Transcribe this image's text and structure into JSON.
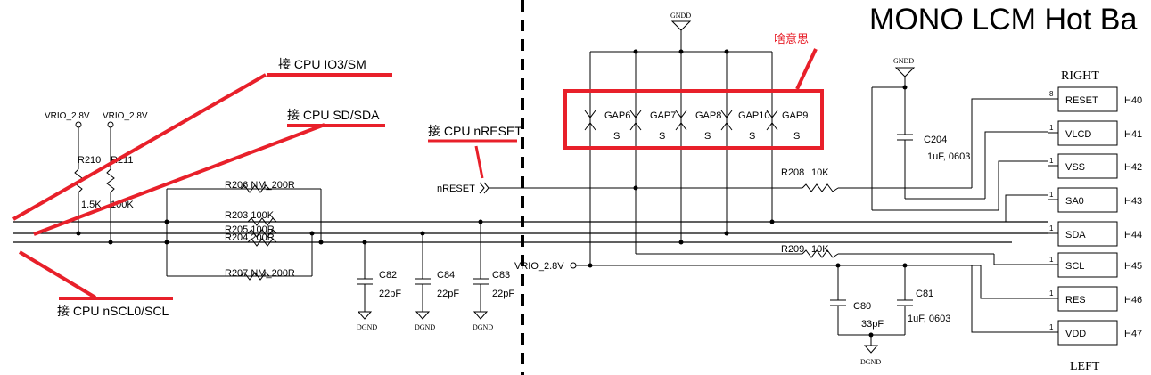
{
  "title": "MONO LCM Hot Ba",
  "annotations": {
    "io3": "接 CPU  IO3/SM",
    "sda": "接 CPU SD/SDA",
    "nreset": "接 CPU nRESET",
    "scl": "接 CPU nSCL0/SCL",
    "question": "啥意思"
  },
  "power": {
    "vrio_a": "VRIO_2.8V",
    "vrio_b": "VRIO_2.8V",
    "vrio_mid": "VRIO_2.8V",
    "gnd": "GNDD",
    "dgnd": "DGND"
  },
  "resistors": {
    "r210": "R210",
    "r210_val": "1.5K",
    "r211": "R211",
    "r211_val": "100K",
    "r206": "R206 NM_200R",
    "r203": "R203  100K",
    "r205": "R205  100R",
    "r204": "R204  200R",
    "r207": "R207 NM_200R",
    "r208": "R208",
    "r208_val": "10K",
    "r209": "R209",
    "r209_val": "10K"
  },
  "capacitors": {
    "c82": "C82",
    "c82_val": "22pF",
    "c84": "C84",
    "c84_val": "22pF",
    "c83": "C83",
    "c83_val": "22pF",
    "c204": "C204",
    "c204_val": "1uF, 0603",
    "c80": "C80",
    "c80_val": "33pF",
    "c81": "C81",
    "c81_val": "1uF, 0603"
  },
  "gaps": [
    {
      "name": "GAP6",
      "pin": "S"
    },
    {
      "name": "GAP7",
      "pin": "S"
    },
    {
      "name": "GAP8",
      "pin": "S"
    },
    {
      "name": "GAP10",
      "pin": "S"
    },
    {
      "name": "GAP9",
      "pin": "S"
    }
  ],
  "net_labels": {
    "nreset": "nRESET"
  },
  "connector": {
    "right_label": "RIGHT",
    "left_label": "LEFT",
    "pins": [
      {
        "label": "RESET",
        "num": "8",
        "header": "H40"
      },
      {
        "label": "VLCD",
        "num": "1",
        "header": "H41"
      },
      {
        "label": "VSS",
        "num": "1",
        "header": "H42"
      },
      {
        "label": "SA0",
        "num": "1",
        "header": "H43"
      },
      {
        "label": "SDA",
        "num": "1",
        "header": "H44"
      },
      {
        "label": "SCL",
        "num": "1",
        "header": "H45"
      },
      {
        "label": "RES",
        "num": "1",
        "header": "H46"
      },
      {
        "label": "VDD",
        "num": "1",
        "header": "H47"
      }
    ]
  },
  "colors": {
    "annotation_red": "#e8202a",
    "wire": "#000000"
  }
}
